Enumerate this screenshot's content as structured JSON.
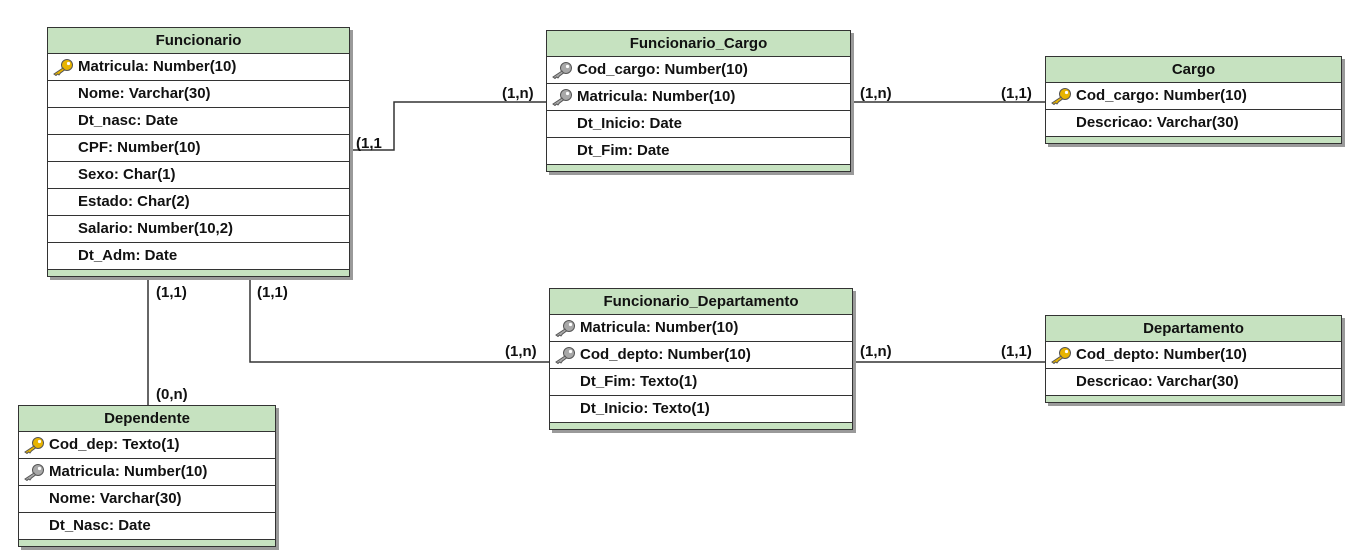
{
  "entities": {
    "funcionario": {
      "title": "Funcionario",
      "attributes": [
        {
          "text": "Matricula: Number(10)",
          "key": "primary"
        },
        {
          "text": "Nome: Varchar(30)",
          "key": "none"
        },
        {
          "text": "Dt_nasc: Date",
          "key": "none"
        },
        {
          "text": "CPF: Number(10)",
          "key": "none"
        },
        {
          "text": "Sexo: Char(1)",
          "key": "none"
        },
        {
          "text": "Estado: Char(2)",
          "key": "none"
        },
        {
          "text": "Salario: Number(10,2)",
          "key": "none"
        },
        {
          "text": "Dt_Adm: Date",
          "key": "none"
        }
      ]
    },
    "funcionario_cargo": {
      "title": "Funcionario_Cargo",
      "attributes": [
        {
          "text": "Cod_cargo: Number(10)",
          "key": "foreign"
        },
        {
          "text": "Matricula: Number(10)",
          "key": "foreign"
        },
        {
          "text": "Dt_Inicio: Date",
          "key": "none"
        },
        {
          "text": "Dt_Fim: Date",
          "key": "none"
        }
      ]
    },
    "cargo": {
      "title": "Cargo",
      "attributes": [
        {
          "text": "Cod_cargo: Number(10)",
          "key": "primary"
        },
        {
          "text": "Descricao: Varchar(30)",
          "key": "none"
        }
      ]
    },
    "funcionario_departamento": {
      "title": "Funcionario_Departamento",
      "attributes": [
        {
          "text": "Matricula: Number(10)",
          "key": "foreign"
        },
        {
          "text": "Cod_depto: Number(10)",
          "key": "foreign"
        },
        {
          "text": "Dt_Fim: Texto(1)",
          "key": "none"
        },
        {
          "text": "Dt_Inicio: Texto(1)",
          "key": "none"
        }
      ]
    },
    "departamento": {
      "title": "Departamento",
      "attributes": [
        {
          "text": "Cod_depto: Number(10)",
          "key": "primary"
        },
        {
          "text": "Descricao: Varchar(30)",
          "key": "none"
        }
      ]
    },
    "dependente": {
      "title": "Dependente",
      "attributes": [
        {
          "text": "Cod_dep: Texto(1)",
          "key": "primary"
        },
        {
          "text": "Matricula: Number(10)",
          "key": "foreign"
        },
        {
          "text": "Nome: Varchar(30)",
          "key": "none"
        },
        {
          "text": "Dt_Nasc: Date",
          "key": "none"
        }
      ]
    }
  },
  "cardinalities": {
    "func_to_fc": "(1,1",
    "fc_from_func": "(1,n)",
    "fc_to_cargo": "(1,n)",
    "cargo_from_fc": "(1,1)",
    "func_to_dep": "(1,1)",
    "dep_from_func": "(0,n)",
    "func_to_fd": "(1,1)",
    "fd_from_func": "(1,n)",
    "fd_to_depto": "(1,n)",
    "depto_from_fd": "(1,1)"
  },
  "colors": {
    "header_fill": "#c6e2c0",
    "primary_key": "#e8b400",
    "foreign_key": "#a8a8a8",
    "line": "#333333"
  }
}
